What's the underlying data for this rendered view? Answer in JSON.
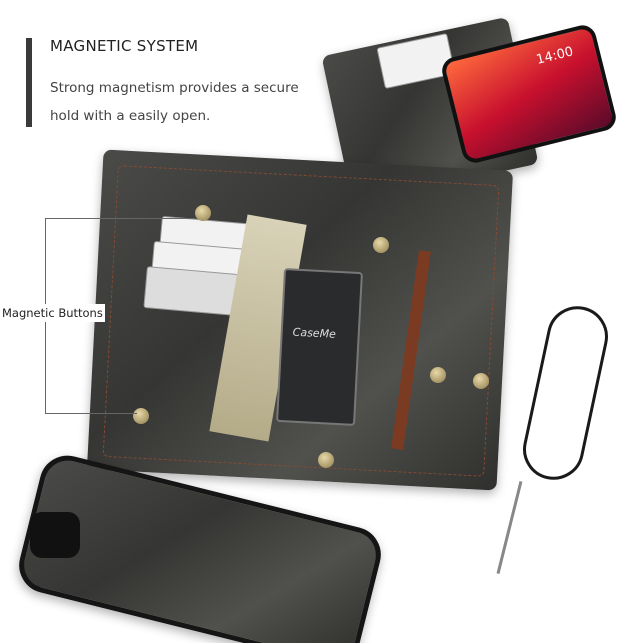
{
  "feature": {
    "title": "MAGNETIC SYSTEM",
    "description": "Strong magnetism provides a secure hold with a easily open."
  },
  "callout": {
    "label": "Magnetic Buttons"
  },
  "product": {
    "brand": "CaseMe",
    "phone_time": "14:00",
    "colors": {
      "leather": "#3f403d",
      "stitching": "#8a4a30",
      "button": "#b8a674"
    }
  }
}
